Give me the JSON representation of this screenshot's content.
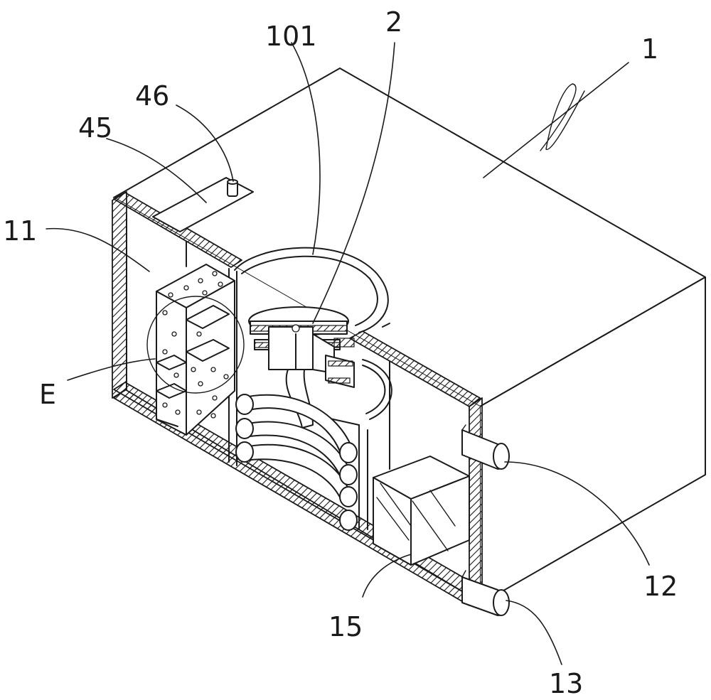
{
  "labels": {
    "box": "1",
    "core": "2",
    "recess": "101",
    "chamber": "11",
    "inlet_pipe": "12",
    "outlet_pipe": "13",
    "filter_block": "15",
    "cover_plate": "45",
    "knob": "46",
    "detail_view": "E"
  }
}
